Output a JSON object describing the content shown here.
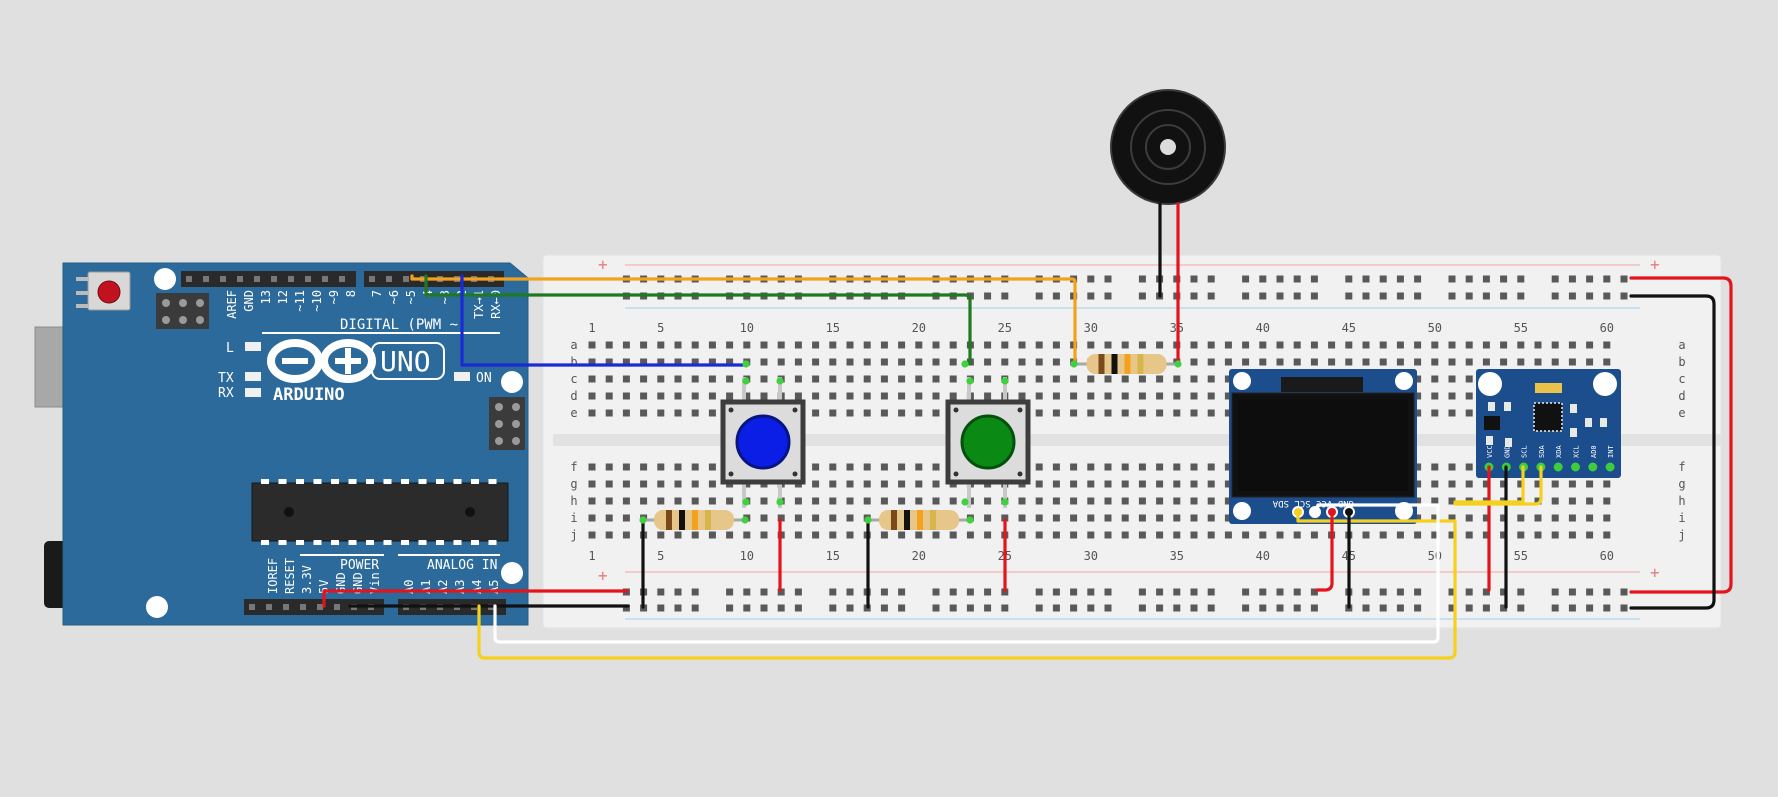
{
  "arduino": {
    "model": "UNO",
    "brand": "ARDUINO",
    "digital_label": "DIGITAL (PWM ~)",
    "top_pins": [
      "AREF",
      "GND",
      "13",
      "12",
      "~11",
      "~10",
      "~9",
      "8",
      "7",
      "~6",
      "~5",
      "4",
      "~3",
      "2",
      "TX→1",
      "RX←0"
    ],
    "led_l": "L",
    "led_tx": "TX",
    "led_rx": "RX",
    "led_on": "ON",
    "power_label": "POWER",
    "analog_label": "ANALOG IN",
    "power_pins": [
      "IOREF",
      "RESET",
      "3.3V",
      "5V",
      "GND",
      "GND",
      "Vin"
    ],
    "analog_pins": [
      "A0",
      "A1",
      "A2",
      "A3",
      "A4",
      "A5"
    ]
  },
  "breadboard": {
    "col_numbers": [
      "1",
      "5",
      "10",
      "15",
      "20",
      "25",
      "30",
      "35",
      "40",
      "45",
      "50",
      "55",
      "60"
    ],
    "rows_top": [
      "a",
      "b",
      "c",
      "d",
      "e"
    ],
    "rows_bottom": [
      "f",
      "g",
      "h",
      "i",
      "j"
    ],
    "plus": "+"
  },
  "components": {
    "button1_color": "#0a1ee6",
    "button2_color": "#0a8a14",
    "oled_pins": "GND VCC SCL SDA",
    "mpu_pins": [
      "VCC",
      "GND",
      "SCL",
      "SDA",
      "XDA",
      "XCL",
      "AD0",
      "INT"
    ]
  },
  "colors": {
    "background": "#e0e0e0",
    "board_blue": "#2b6a9a",
    "breadboard": "#f1f1f1",
    "wire_red": "#e3141b",
    "wire_black": "#111111",
    "wire_orange": "#f4a21c",
    "wire_green": "#1e7a1e",
    "wire_blue": "#1a2bd6",
    "wire_yellow": "#f5d01e",
    "wire_white": "#ffffff",
    "rail_red": "#f4a4a4",
    "rail_blue": "#9fd0f0"
  }
}
